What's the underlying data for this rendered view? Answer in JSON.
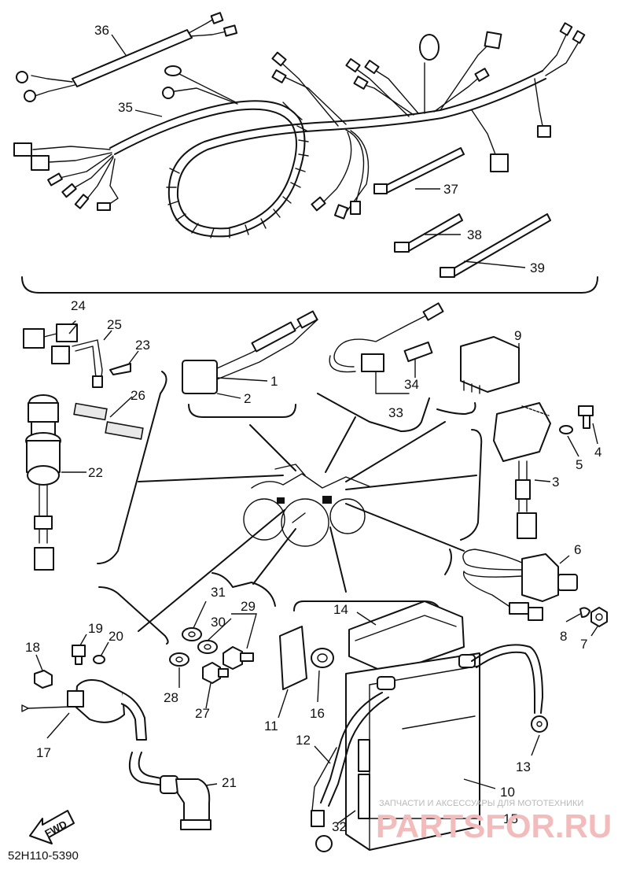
{
  "parts": [
    {
      "id": "p1",
      "num": "1"
    },
    {
      "id": "p2",
      "num": "2"
    },
    {
      "id": "p3",
      "num": "3"
    },
    {
      "id": "p4",
      "num": "4"
    },
    {
      "id": "p5",
      "num": "5"
    },
    {
      "id": "p6",
      "num": "6"
    },
    {
      "id": "p7",
      "num": "7"
    },
    {
      "id": "p8",
      "num": "8"
    },
    {
      "id": "p9",
      "num": "9"
    },
    {
      "id": "p10",
      "num": "10"
    },
    {
      "id": "p11",
      "num": "11"
    },
    {
      "id": "p12",
      "num": "12"
    },
    {
      "id": "p13",
      "num": "13"
    },
    {
      "id": "p14",
      "num": "14"
    },
    {
      "id": "p15",
      "num": "15"
    },
    {
      "id": "p16",
      "num": "16"
    },
    {
      "id": "p17",
      "num": "17"
    },
    {
      "id": "p18",
      "num": "18"
    },
    {
      "id": "p19",
      "num": "19"
    },
    {
      "id": "p20",
      "num": "20"
    },
    {
      "id": "p21",
      "num": "21"
    },
    {
      "id": "p22",
      "num": "22"
    },
    {
      "id": "p23",
      "num": "23"
    },
    {
      "id": "p24",
      "num": "24"
    },
    {
      "id": "p25",
      "num": "25"
    },
    {
      "id": "p26",
      "num": "26"
    },
    {
      "id": "p27",
      "num": "27"
    },
    {
      "id": "p28",
      "num": "28"
    },
    {
      "id": "p29",
      "num": "29"
    },
    {
      "id": "p30",
      "num": "30"
    },
    {
      "id": "p31",
      "num": "31"
    },
    {
      "id": "p32",
      "num": "32"
    },
    {
      "id": "p33",
      "num": "33"
    },
    {
      "id": "p34",
      "num": "34"
    },
    {
      "id": "p35",
      "num": "35"
    },
    {
      "id": "p36",
      "num": "36"
    },
    {
      "id": "p37",
      "num": "37"
    },
    {
      "id": "p38",
      "num": "38"
    },
    {
      "id": "p39",
      "num": "39"
    }
  ],
  "fwd_label": "FWD",
  "diagram_code": "52H110-5390",
  "watermark": {
    "caption": "ЗАПЧАСТИ И АКСЕССУАРЫ ДЛЯ МОТОТЕХНИКИ",
    "brand": "PARTSFOR.RU"
  }
}
